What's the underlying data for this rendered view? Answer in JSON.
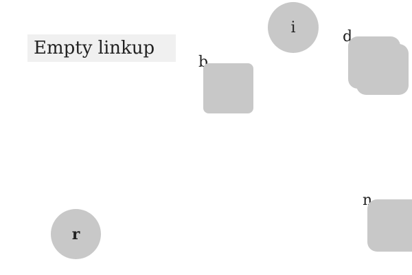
{
  "diagram": {
    "title": "Empty linkup",
    "colors": {
      "background": "#ffffff",
      "title_background": "#f0f0f0",
      "node_fill": "#c8c8c8",
      "text": "#222222"
    },
    "nodes": {
      "i": {
        "label": "i",
        "shape": "circle"
      },
      "b": {
        "label": "b",
        "shape": "rounded-square"
      },
      "d": {
        "label": "d",
        "shape": "stacked-rounded-square"
      },
      "r": {
        "label": "r",
        "shape": "circle"
      },
      "n": {
        "label": "n",
        "shape": "rounded-square"
      }
    }
  }
}
